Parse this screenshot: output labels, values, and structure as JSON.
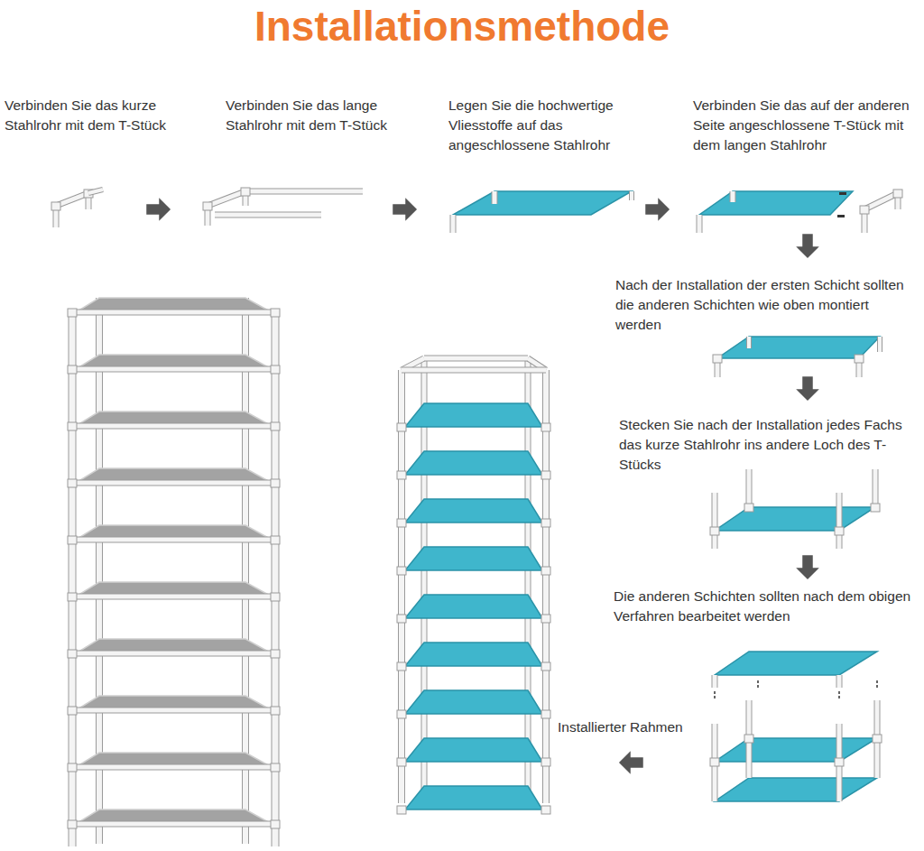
{
  "diagram": {
    "title": "Installationsmethode",
    "labels": [
      "Verbinden Sie das kurze Stahlrohr mit dem T-Stück",
      "Verbinden Sie das lange Stahlrohr mit dem T-Stück",
      "Legen Sie die hochwertige Vliesstoffe auf das angeschlossene Stahlrohr",
      "Verbinden Sie das auf der anderen Seite angeschlossene T-Stück mit dem langen Stahlrohr",
      "Nach der Installation der ersten Schicht sollten die anderen Schichten wie oben montiert werden",
      "Stecken Sie nach der Installation jedes Fachs das kurze Stahlrohr ins andere Loch des T-Stücks",
      "Die anderen Schichten sollten nach dem obigen Verfahren bearbeitet werden",
      "Installierter Rahmen"
    ]
  }
}
